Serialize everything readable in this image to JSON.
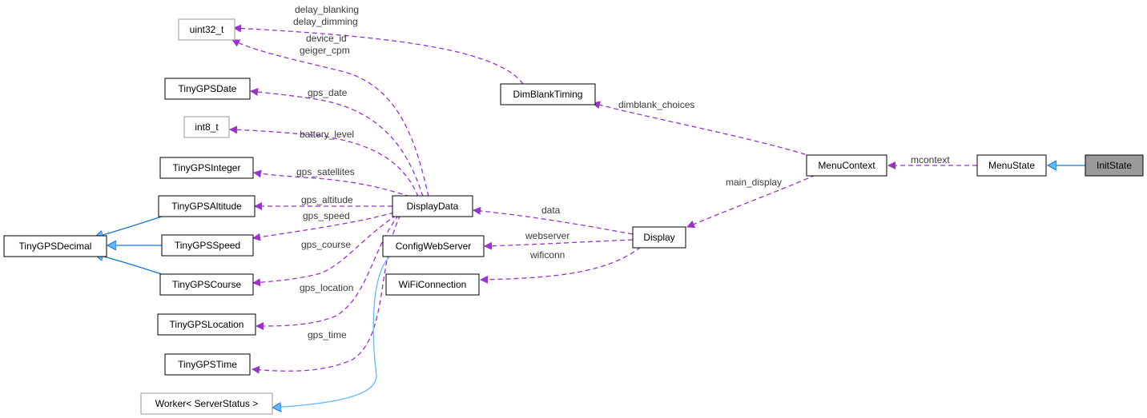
{
  "diagram": {
    "nodes": {
      "uint32_t": "uint32_t",
      "TinyGPSDate": "TinyGPSDate",
      "int8_t": "int8_t",
      "TinyGPSInteger": "TinyGPSInteger",
      "TinyGPSAltitude": "TinyGPSAltitude",
      "TinyGPSDecimal": "TinyGPSDecimal",
      "TinyGPSSpeed": "TinyGPSSpeed",
      "TinyGPSCourse": "TinyGPSCourse",
      "TinyGPSLocation": "TinyGPSLocation",
      "TinyGPSTime": "TinyGPSTime",
      "Worker": "Worker< ServerStatus >",
      "DisplayData": "DisplayData",
      "ConfigWebServer": "ConfigWebServer",
      "WiFiConnection": "WiFiConnection",
      "DimBlankTiming": "DimBlankTiming",
      "Display": "Display",
      "MenuContext": "MenuContext",
      "MenuState": "MenuState",
      "InitState": "InitState"
    },
    "edge_labels": {
      "delay_blanking": "delay_blanking",
      "delay_dimming": "delay_dimming",
      "device_id": "device_id",
      "geiger_cpm": "geiger_cpm",
      "gps_date": "gps_date",
      "battery_level": "battery_level",
      "gps_satellites": "gps_satellites",
      "gps_altitude": "gps_altitude",
      "gps_speed": "gps_speed",
      "gps_course": "gps_course",
      "gps_location": "gps_location",
      "gps_time": "gps_time",
      "data": "data",
      "webserver": "webserver",
      "wificonn": "wificonn",
      "dimblank_choices": "dimblank_choices",
      "main_display": "main_display",
      "mcontext": "mcontext"
    }
  },
  "colors": {
    "composition": "#9a32cd",
    "inheritance_light": "#63b8ff",
    "inheritance_dark": "#1874cd",
    "focus_fill": "#9a9a9a"
  }
}
